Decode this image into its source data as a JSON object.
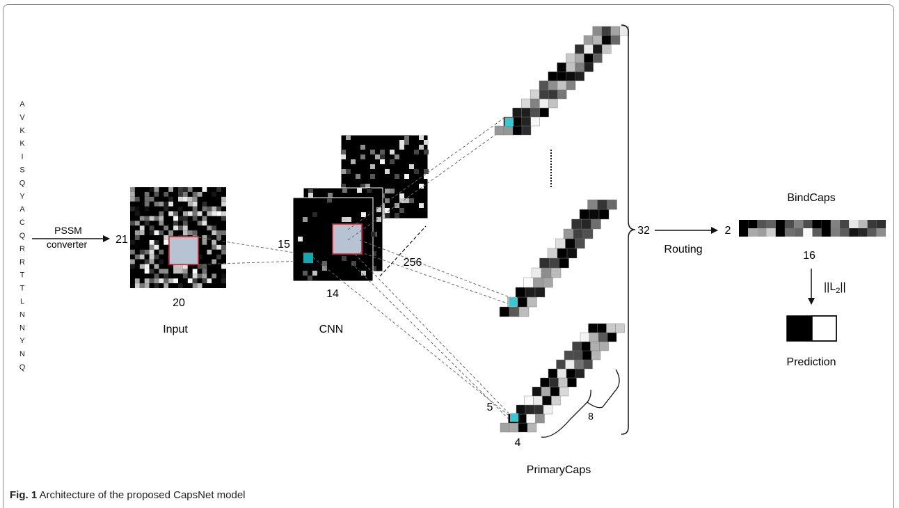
{
  "sequence": [
    "A",
    "V",
    "K",
    "K",
    "I",
    "S",
    "Q",
    "Y",
    "A",
    "C",
    "Q",
    "R",
    "R",
    "T",
    "T",
    "L",
    "N",
    "N",
    "Y",
    "N",
    "Q"
  ],
  "labels": {
    "pssm_line1": "PSSM",
    "pssm_line2": "converter",
    "input_rows": "21",
    "input_cols": "20",
    "input_title": "Input",
    "cnn_rows": "15",
    "cnn_cols": "14",
    "cnn_depth": "256",
    "cnn_title": "CNN",
    "caps_rows": "5",
    "caps_cols": "4",
    "caps_dim": "8",
    "primary_title": "PrimaryCaps",
    "caps_count": "32",
    "routing": "Routing",
    "bind_rows": "2",
    "bind_dim": "16",
    "bind_title": "BindCaps",
    "norm": "||L",
    "norm_sub": "2",
    "norm_end": "||",
    "prediction_title": "Prediction"
  },
  "caption": {
    "prefix": "Fig. 1",
    "text": " Architecture of the proposed CapsNet model"
  },
  "colors": {
    "highlight_red": "#d9252a",
    "highlight_fill": "#b7c2d3",
    "cyan_cnn": "#10a9b2",
    "cyan_caps": "#36c9d2"
  }
}
